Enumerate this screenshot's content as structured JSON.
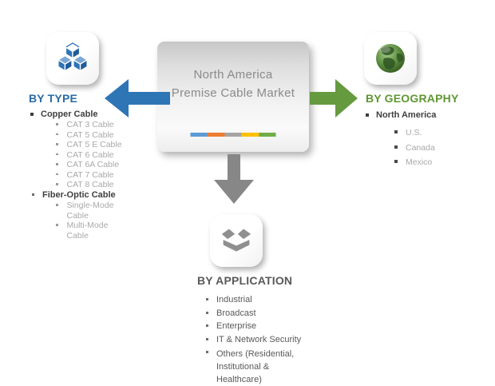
{
  "center": {
    "title_line1": "North America",
    "title_line2": "Premise Cable Market",
    "bar_colors": [
      "#5B9BD5",
      "#ED7D31",
      "#A5A5A5",
      "#FFC000",
      "#70AD47"
    ]
  },
  "colors": {
    "accent_blue": "#2E75B6",
    "accent_green": "#669A3E",
    "accent_gray": "#878787",
    "heading_blue": "#2a6aa5",
    "heading_green": "#5f9632",
    "heading_gray": "#595959",
    "subitem_gray": "#a9a9a9",
    "dark_text": "#3f3f3f"
  },
  "icons": {
    "by_type": "cubes-icon",
    "by_geography": "globe-icon",
    "by_application": "open-box-icon"
  },
  "by_type": {
    "heading": "BY TYPE",
    "groups": [
      {
        "label": "Copper Cable",
        "children": [
          "CAT 3 Cable",
          "CAT 5 Cable",
          "CAT 5 E Cable",
          "CAT 6 Cable",
          "CAT 6A Cable",
          "CAT 7 Cable",
          "CAT 8 Cable"
        ]
      },
      {
        "label": "Fiber-Optic Cable",
        "children": [
          "Single-Mode Cable",
          "Multi-Mode Cable"
        ]
      }
    ]
  },
  "by_geography": {
    "heading": "BY GEOGRAPHY",
    "group": "North America",
    "children": [
      "U.S.",
      "Canada",
      "Mexico"
    ]
  },
  "by_application": {
    "heading": "BY APPLICATION",
    "items": [
      "Industrial",
      "Broadcast",
      "Enterprise",
      "IT & Network Security",
      "Others (Residential, Institutional & Healthcare)"
    ]
  }
}
